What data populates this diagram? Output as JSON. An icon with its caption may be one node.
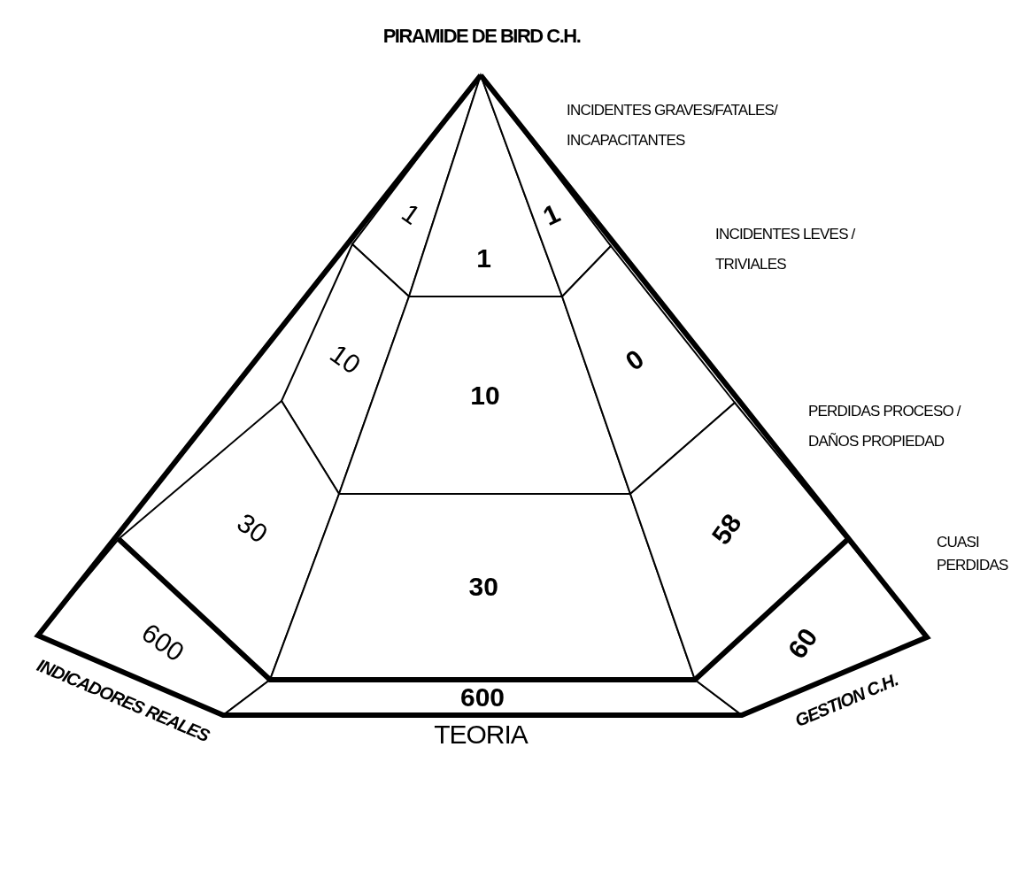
{
  "diagram": {
    "title": "PIRAMIDE DE BIRD C.H.",
    "nodes": [
      {
        "text": [
          "1"
        ]
      },
      {
        "text": [
          "1"
        ]
      },
      {
        "text": [
          "1"
        ]
      },
      {
        "text": [
          "10"
        ]
      },
      {
        "text": [
          "10"
        ]
      },
      {
        "text": [
          "0"
        ]
      },
      {
        "text": [
          "30"
        ]
      },
      {
        "text": [
          "30"
        ]
      },
      {
        "text": [
          "58"
        ]
      },
      {
        "text": [
          "600"
        ]
      },
      {
        "text": [
          "600"
        ]
      },
      {
        "text": [
          "60"
        ]
      }
    ],
    "labels": [
      "INCIDENTES GRAVES/FATALES/ INCAPACITANTES",
      "INCIDENTES LEVES / TRIVIALES",
      "PERDIDAS PROCESO / DAÑOS PROPIEDAD",
      "CUASI PERDIDAS",
      "INDICADORES REALES",
      "TEORIA",
      "GESTION C.H."
    ]
  }
}
